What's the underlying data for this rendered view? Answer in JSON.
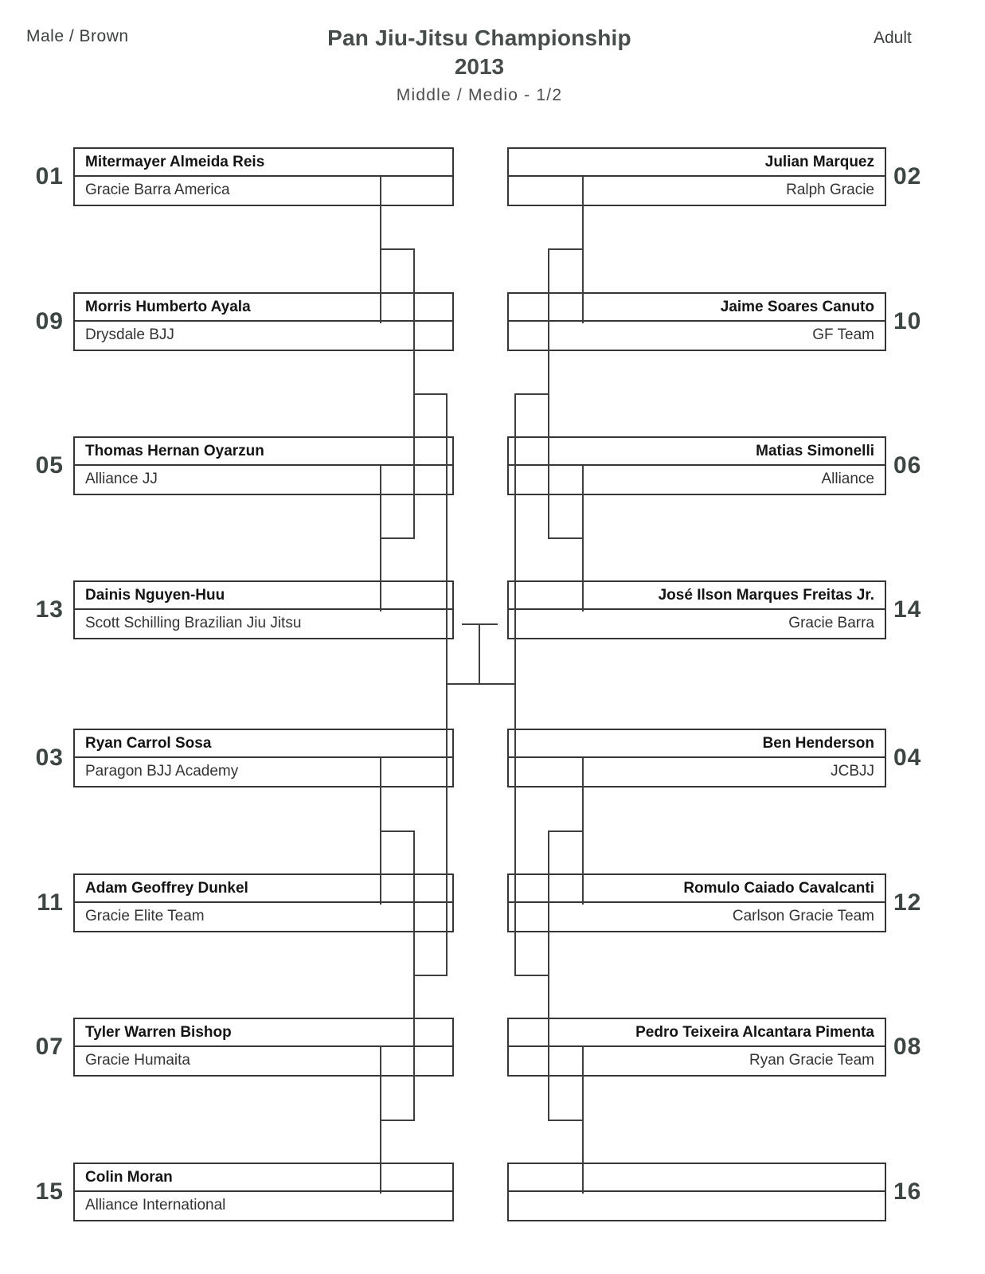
{
  "header": {
    "category_left": "Male / Brown",
    "title": "Pan Jiu-Jitsu Championship",
    "year": "2013",
    "subtitle": "Middle / Medio - 1/2",
    "category_right": "Adult"
  },
  "bracket": {
    "left": [
      {
        "seed": "01",
        "name": "Mitermayer Almeida Reis",
        "team": "Gracie Barra America"
      },
      {
        "seed": "09",
        "name": "Morris Humberto Ayala",
        "team": "Drysdale BJJ"
      },
      {
        "seed": "05",
        "name": "Thomas Hernan Oyarzun",
        "team": "Alliance JJ"
      },
      {
        "seed": "13",
        "name": "Dainis Nguyen-Huu",
        "team": "Scott Schilling Brazilian Jiu Jitsu"
      },
      {
        "seed": "03",
        "name": "Ryan Carrol Sosa",
        "team": "Paragon BJJ Academy"
      },
      {
        "seed": "11",
        "name": "Adam Geoffrey Dunkel",
        "team": "Gracie Elite Team"
      },
      {
        "seed": "07",
        "name": "Tyler Warren Bishop",
        "team": "Gracie Humaita"
      },
      {
        "seed": "15",
        "name": "Colin Moran",
        "team": "Alliance International"
      }
    ],
    "right": [
      {
        "seed": "02",
        "name": "Julian Marquez",
        "team": "Ralph Gracie"
      },
      {
        "seed": "10",
        "name": "Jaime Soares Canuto",
        "team": "GF Team"
      },
      {
        "seed": "06",
        "name": "Matias Simonelli",
        "team": "Alliance"
      },
      {
        "seed": "14",
        "name": "José Ilson Marques Freitas Jr.",
        "team": "Gracie Barra"
      },
      {
        "seed": "04",
        "name": "Ben Henderson",
        "team": "JCBJJ"
      },
      {
        "seed": "12",
        "name": "Romulo Caiado Cavalcanti",
        "team": "Carlson Gracie Team"
      },
      {
        "seed": "08",
        "name": "Pedro Teixeira Alcantara Pimenta",
        "team": "Ryan Gracie Team"
      },
      {
        "seed": "16",
        "name": "",
        "team": ""
      }
    ]
  },
  "colors": {
    "line": "#3f3f3f",
    "box_border": "#363636",
    "name_text": "#141414",
    "team_text": "#333333",
    "seed_text": "#3e4644",
    "title_text": "#474d4a"
  }
}
